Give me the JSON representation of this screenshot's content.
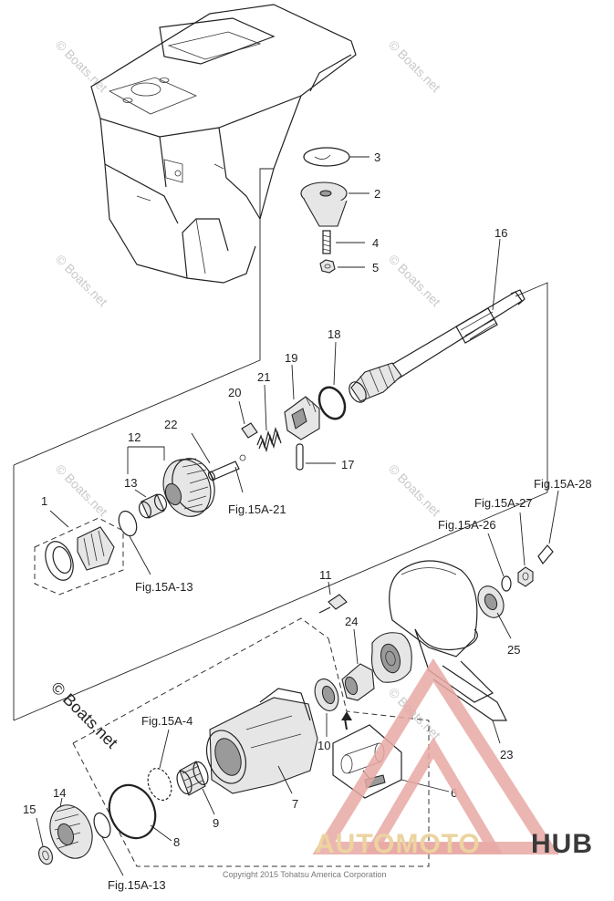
{
  "diagram": {
    "watermark": "© Boats.net",
    "copyright": "Copyright 2015 Tohatsu America Corporation",
    "brand": {
      "part1": "AUTOMOTO",
      "part2": "HUB",
      "color_accent": "#e8a9a4",
      "color_hub": "#3a3a3a"
    },
    "labels": {
      "p1": "1",
      "p2": "2",
      "p3": "3",
      "p4": "4",
      "p5": "5",
      "p6": "6",
      "p7": "7",
      "p8": "8",
      "p9": "9",
      "p10": "10",
      "p11": "11",
      "p12": "12",
      "p13": "13",
      "p14": "14",
      "p15": "15",
      "p16": "16",
      "p17": "17",
      "p18": "18",
      "p19": "19",
      "p20": "20",
      "p21": "21",
      "p22": "22",
      "p23": "23",
      "p24": "24",
      "p25": "25"
    },
    "fig_refs": {
      "f21": "Fig.15A-21",
      "f13a": "Fig.15A-13",
      "f13b": "Fig.15A-13",
      "f4": "Fig.15A-4",
      "f26": "Fig.15A-26",
      "f27": "Fig.15A-27",
      "f28": "Fig.15A-28"
    }
  }
}
